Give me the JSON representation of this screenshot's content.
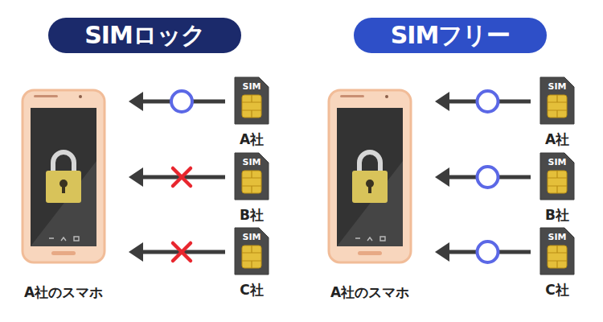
{
  "diagram": {
    "nodes": [
      {
        "text": [
          "SIMロック"
        ]
      },
      {
        "text": [
          "A社のスマホ"
        ]
      },
      {
        "text": [
          "SIM",
          "A社"
        ]
      },
      {
        "text": [
          "SIM",
          "B社"
        ]
      },
      {
        "text": [
          "SIM",
          "C社"
        ]
      },
      {
        "text": [
          "SIMフリー"
        ]
      },
      {
        "text": [
          "A社のスマホ"
        ]
      },
      {
        "text": [
          "SIM",
          "A社"
        ]
      },
      {
        "text": [
          "SIM",
          "B社"
        ]
      },
      {
        "text": [
          "SIM",
          "C社"
        ]
      }
    ],
    "edges": [
      {
        "from": 2,
        "to": 1,
        "arrow": "to"
      },
      {
        "from": 3,
        "to": 1,
        "arrow": "to"
      },
      {
        "from": 4,
        "to": 1,
        "arrow": "to"
      },
      {
        "from": 7,
        "to": 6,
        "arrow": "to"
      },
      {
        "from": 8,
        "to": 6,
        "arrow": "to"
      },
      {
        "from": 9,
        "to": 6,
        "arrow": "to"
      }
    ]
  }
}
